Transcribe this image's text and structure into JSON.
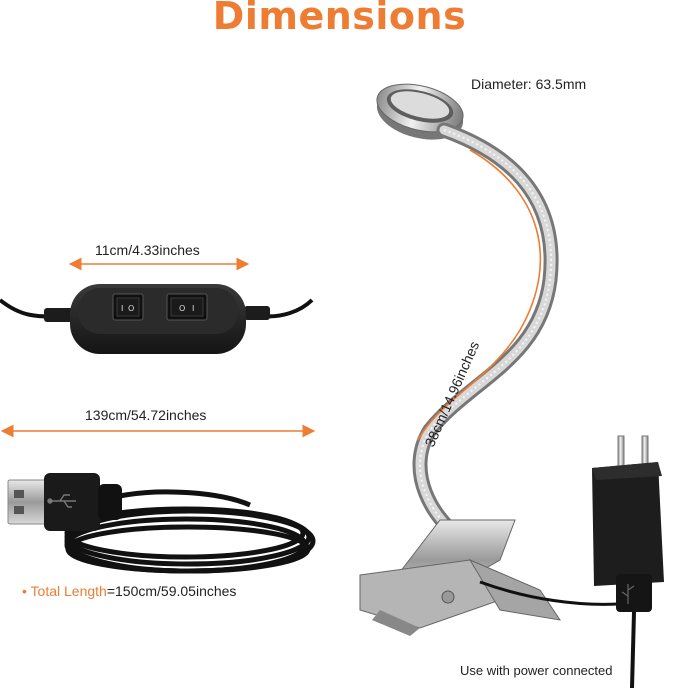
{
  "title": "Dimensions",
  "labels": {
    "diameter": "Diameter: 63.5mm",
    "switch_box": "11cm/4.33inches",
    "cable": "139cm/54.72inches",
    "neck": "38cm/14.96inches",
    "total_key": "Total Length",
    "total_value": "=150cm/59.05inches",
    "power_note": "Use with power connected"
  },
  "colors": {
    "accent": "#ee7c33",
    "text": "#222222"
  },
  "icons": [
    "usb-icon",
    "power-switch-icon",
    "power-adapter-icon"
  ]
}
